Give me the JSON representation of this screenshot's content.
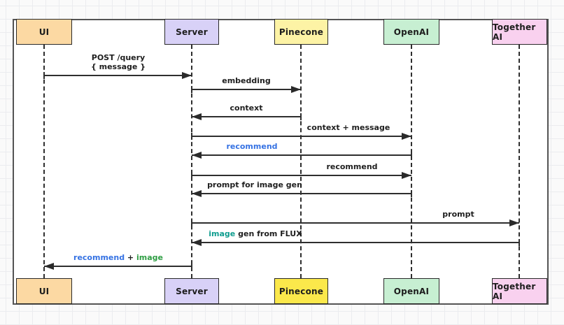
{
  "diagram": {
    "type": "sequence-diagram",
    "palette": {
      "ink": "#1e1e1e",
      "blue": "#3572e3",
      "green": "#2f9e44",
      "teal": "#0f9d8f",
      "frame_border": "#545454",
      "ui_fill": "#fcd9a3",
      "server_fill": "#d8d1f7",
      "pinecone_fill_top": "#fdf3a5",
      "pinecone_fill_bottom": "#fbe84b",
      "openai_fill": "#c7efd2",
      "together_fill": "#f9d1ef"
    },
    "actors": [
      {
        "id": "UI",
        "label": "UI",
        "fill_top": "#fcd9a3",
        "fill_bottom": "#fcd9a3"
      },
      {
        "id": "Server",
        "label": "Server",
        "fill_top": "#d8d1f7",
        "fill_bottom": "#d8d1f7"
      },
      {
        "id": "Pinecone",
        "label": "Pinecone",
        "fill_top": "#fdf3a5",
        "fill_bottom": "#fbe84b"
      },
      {
        "id": "OpenAI",
        "label": "OpenAI",
        "fill_top": "#c7efd2",
        "fill_bottom": "#c7efd2"
      },
      {
        "id": "TogetherAI",
        "label": "Together AI",
        "fill_top": "#f9d1ef",
        "fill_bottom": "#f9d1ef"
      }
    ],
    "messages": [
      {
        "from": "UI",
        "to": "Server",
        "lines": [
          [
            {
              "text": "POST /query"
            }
          ],
          [
            {
              "text": "{ message }"
            }
          ]
        ]
      },
      {
        "from": "Server",
        "to": "Pinecone",
        "lines": [
          [
            {
              "text": "embedding"
            }
          ]
        ]
      },
      {
        "from": "Pinecone",
        "to": "Server",
        "lines": [
          [
            {
              "text": "context"
            }
          ]
        ]
      },
      {
        "from": "Server",
        "to": "OpenAI",
        "lines": [
          [
            {
              "text": "context + message"
            }
          ]
        ]
      },
      {
        "from": "OpenAI",
        "to": "Server",
        "lines": [
          [
            {
              "text": "recommend",
              "color": "blue"
            }
          ]
        ]
      },
      {
        "from": "Server",
        "to": "OpenAI",
        "lines": [
          [
            {
              "text": "recommend"
            }
          ]
        ]
      },
      {
        "from": "OpenAI",
        "to": "Server",
        "lines": [
          [
            {
              "text": "prompt for image gen"
            }
          ]
        ]
      },
      {
        "from": "Server",
        "to": "TogetherAI",
        "lines": [
          [
            {
              "text": "prompt"
            }
          ]
        ]
      },
      {
        "from": "TogetherAI",
        "to": "Server",
        "lines": [
          [
            {
              "text": "image",
              "color": "teal"
            },
            {
              "text": " gen from FLUX"
            }
          ]
        ]
      },
      {
        "from": "Server",
        "to": "UI",
        "lines": [
          [
            {
              "text": "recommend",
              "color": "blue"
            },
            {
              "text": " + "
            },
            {
              "text": "image",
              "color": "green"
            }
          ]
        ]
      }
    ]
  }
}
